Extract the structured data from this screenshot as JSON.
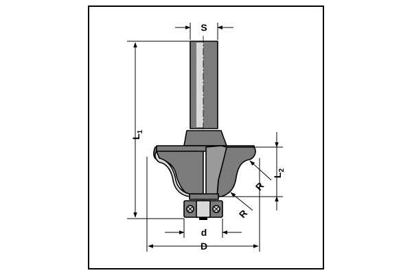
{
  "labels": {
    "shank_diameter": "S",
    "overall_length_main": "L",
    "overall_length_sub": "1",
    "cutting_length_main": "L",
    "cutting_length_sub": "2",
    "radius_upper": "R",
    "radius_lower": "R",
    "bearing_diameter": "d",
    "cutting_diameter": "D"
  },
  "colors": {
    "body_fill": "#7c7c7c",
    "highlight": "#d9d9d9",
    "outline": "#000000",
    "frame": "#000000",
    "background": "#ffffff"
  }
}
